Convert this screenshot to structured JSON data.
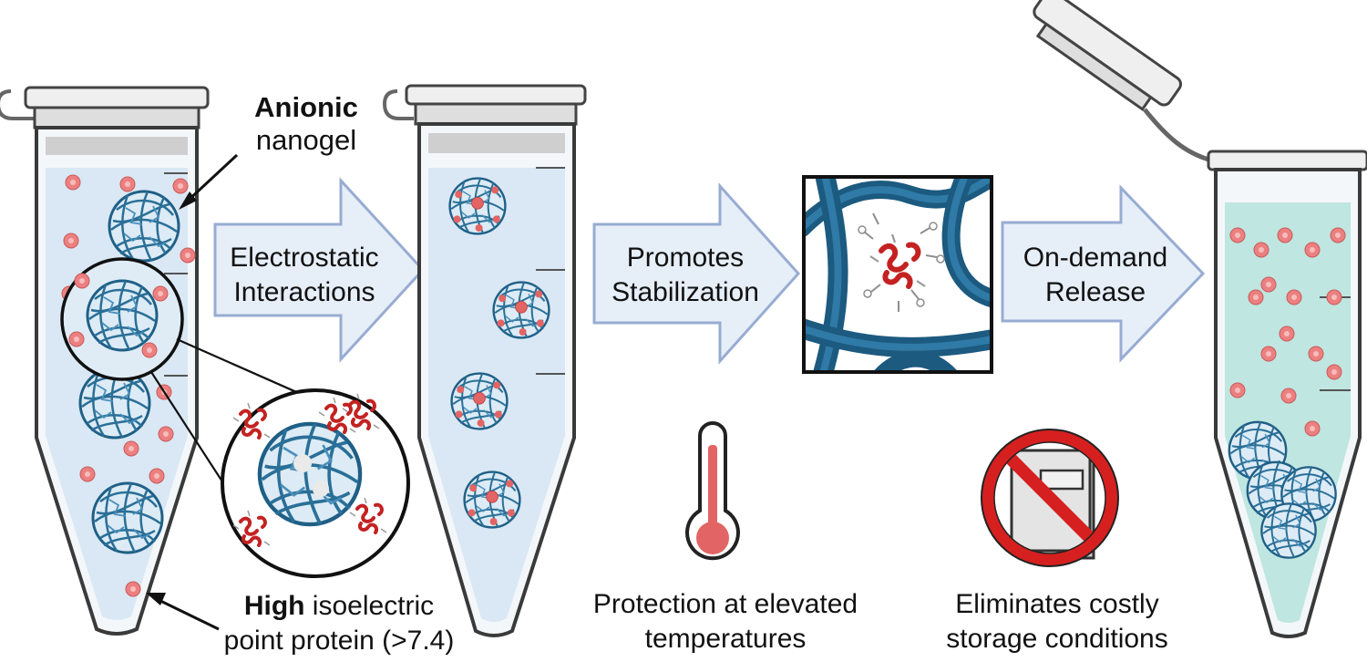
{
  "labels": {
    "anionic_bold": "Anionic",
    "nanogel": "nanogel",
    "arrow1_line1": "Electrostatic",
    "arrow1_line2": "Interactions",
    "arrow2_line1": "Promotes",
    "arrow2_line2": "Stabilization",
    "arrow3_line1": "On-demand",
    "arrow3_line2": "Release",
    "high_bold": "High",
    "isoelectric": " isoelectric",
    "protein_line2": "point protein (>7.4)",
    "protection_line1": "Protection at elevated",
    "protection_line2": "temperatures",
    "eliminates_line1": "Eliminates costly",
    "eliminates_line2": "storage conditions"
  },
  "icons": {
    "thermometer": "thermometer-icon",
    "no_freezer": "no-freezer-icon",
    "nanogel": "nanogel-sphere-icon",
    "protein": "protein-dot-icon"
  },
  "colors": {
    "nanogel_blue": "#2a6f97",
    "protein_red": "#e36464",
    "arrow_fill": "#e6eef8",
    "arrow_stroke": "#98acd2",
    "tube_liquid": "#d9e8f4",
    "tube_liquid_release": "#bfe6e0",
    "prohibit_red": "#d62020"
  }
}
